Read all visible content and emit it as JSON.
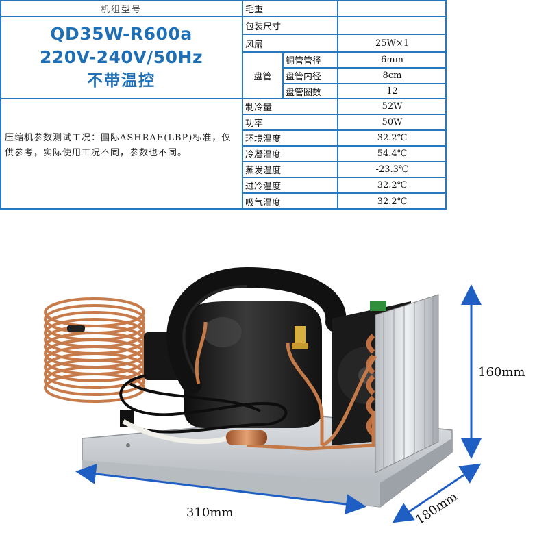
{
  "table": {
    "model_header": "机组型号",
    "model_lines": [
      "QD35W-R600a",
      "220V-240V/50Hz",
      "不带温控"
    ],
    "note": "压缩机参数测试工况：国际ASHRAE(LBP)标准，仅供参考，实际使用工况不同，参数也不同。",
    "rows": [
      {
        "label": "毛重",
        "value": ""
      },
      {
        "label": "包装尺寸",
        "value": ""
      },
      {
        "label": "风扇",
        "value": "25W×1"
      }
    ],
    "coil_label": "盘管",
    "coil_rows": [
      {
        "label": "铜管管径",
        "value": "6mm"
      },
      {
        "label": "盘管内径",
        "value": "8cm"
      },
      {
        "label": "盘管圈数",
        "value": "12"
      }
    ],
    "perf_rows": [
      {
        "label": "制冷量",
        "value": "52W"
      },
      {
        "label": "功率",
        "value": "50W"
      },
      {
        "label": "环境温度",
        "value": "32.2℃"
      },
      {
        "label": "冷凝温度",
        "value": "54.4℃"
      },
      {
        "label": "蒸发温度",
        "value": "-23.3℃"
      },
      {
        "label": "过冷温度",
        "value": "32.2℃"
      },
      {
        "label": "吸气温度",
        "value": "32.2℃"
      }
    ],
    "colors": {
      "border": "#2878bf",
      "model_text": "#1e6fb5"
    }
  },
  "dimensions": {
    "height": "160mm",
    "width": "310mm",
    "depth": "180mm"
  },
  "photo": {
    "subject": "condensing unit with compressor, fan, condenser and copper coil on metal base",
    "colors": {
      "copper": "#c9794a",
      "compressor": "#1c1c1c",
      "base": "#c8ccd0",
      "arrow": "#1f5fc4"
    }
  }
}
